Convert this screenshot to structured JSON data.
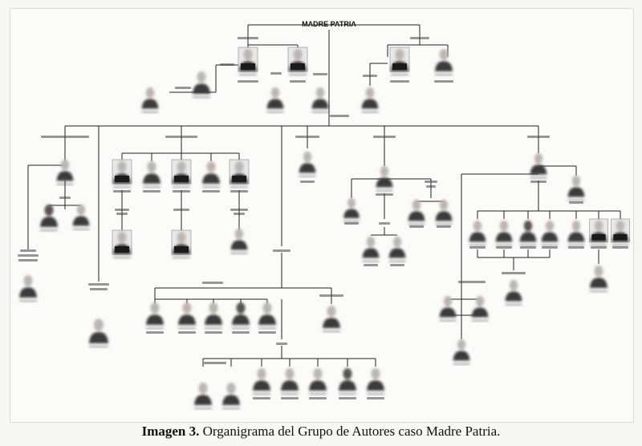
{
  "diagram": {
    "root_label": "MADRE PATRIA"
  },
  "caption": {
    "lead": "Imagen 3.",
    "text": " Organigrama del Grupo de Autores caso Madre Patria."
  },
  "colors": {
    "line": "#222222",
    "label": "#444444",
    "photo_skin": "#bdb6b0",
    "photo_dark": "#3b3b3b",
    "caption": "#111111"
  }
}
